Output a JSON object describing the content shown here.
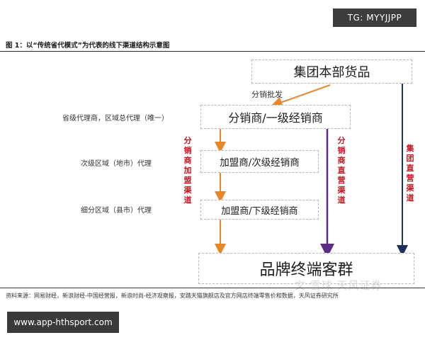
{
  "badges": {
    "tg": "TG: MYYJJPP",
    "url": "www.app-hthsport.com"
  },
  "figure": {
    "title": "图 1：以“传统省代模式”为代表的线下渠道结构示意图",
    "boxes": {
      "hq": "集团本部货品",
      "distributor": "分销商/一级经销商",
      "franchise_secondary": "加盟商/次级经销商",
      "franchise_lower": "加盟商/下级经销商",
      "customers": "品牌终端客群"
    },
    "side_labels": {
      "provincial": "省级代理商，区域总代理（唯一）",
      "secondary_region": "次级区域（地市）代理",
      "sub_region": "细分区域（县市）代理"
    },
    "arrow_label": "分销批发",
    "channels": {
      "franchise": "分销商加盟渠道",
      "distributor_direct": "分销商直营渠道",
      "group_direct": "集团直营渠道"
    },
    "source": "资料来源：网易财经，新浪财经-中国经营报，新浪时尚-经济观察报，安踏天猫旗舰店及官方网店终端零售价和数据，天风证券研究所",
    "watermark": "文 雪球 天风证券"
  },
  "colors": {
    "orange": "#e8862a",
    "purple": "#5b2d86",
    "navy": "#1f2f5c",
    "channel_text": "#c4161c"
  }
}
